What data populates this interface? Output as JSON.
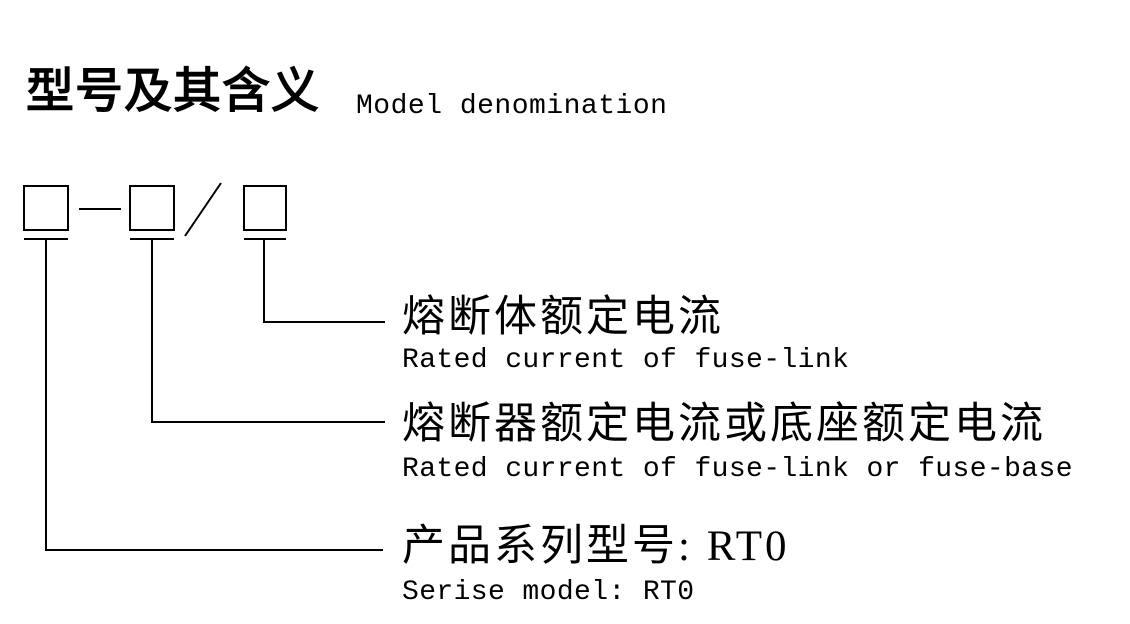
{
  "page": {
    "background": "#ffffff",
    "ink": "#000000"
  },
  "header": {
    "title_zh": "型号及其含义",
    "title_en": "Model denomination"
  },
  "diagram": {
    "code_boxes": 3,
    "separators": [
      "—",
      "/"
    ],
    "labels": [
      {
        "id": "fuse-link-rated-current",
        "zh": "熔断体额定电流",
        "en": "Rated current of fuse-link"
      },
      {
        "id": "fuse-or-base-rated-current",
        "zh": "熔断器额定电流或底座额定电流",
        "en": "Rated current of fuse-link or fuse-base"
      },
      {
        "id": "series-model",
        "zh": "产品系列型号: RT0",
        "en": "Serise model: RT0"
      }
    ]
  }
}
